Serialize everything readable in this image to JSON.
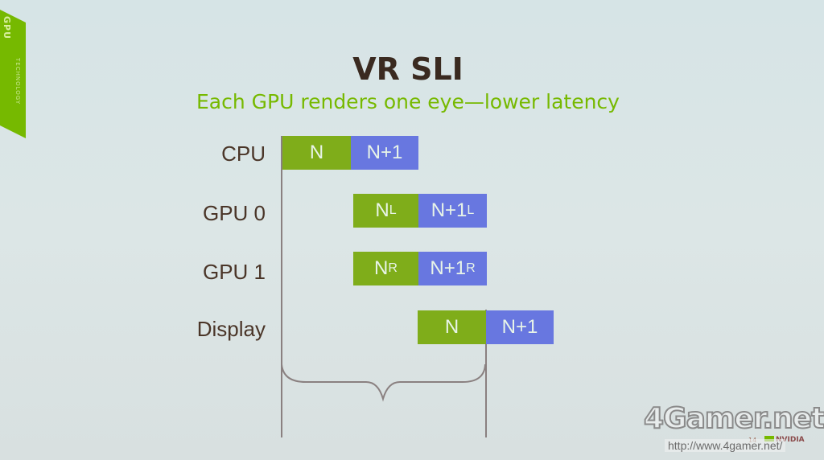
{
  "side_tab": {
    "title": "GPU",
    "subtitle": "TECHNOLOGY"
  },
  "title": "VR SLI",
  "subtitle": "Each GPU renders one eye—lower latency",
  "rows": [
    {
      "label": "CPU"
    },
    {
      "label": "GPU 0"
    },
    {
      "label": "GPU 1"
    },
    {
      "label": "Display"
    }
  ],
  "bars": {
    "cpu_n": {
      "main": "N",
      "sub": ""
    },
    "cpu_n1": {
      "main": "N+1",
      "sub": ""
    },
    "gpu0_n": {
      "main": "N",
      "sub": "L"
    },
    "gpu0_n1": {
      "main": "N+1",
      "sub": "L"
    },
    "gpu1_n": {
      "main": "N",
      "sub": "R"
    },
    "gpu1_n1": {
      "main": "N+1",
      "sub": "R"
    },
    "disp_n": {
      "main": "N",
      "sub": ""
    },
    "disp_n1": {
      "main": "N+1",
      "sub": ""
    }
  },
  "colors": {
    "frame_n": "#7fad1a",
    "frame_n1": "#6877e0",
    "accent": "#76b900"
  },
  "footer": {
    "page": "14",
    "brand": "NVIDIA",
    "watermark": "4Gamer.net",
    "url": "http://www.4gamer.net/"
  }
}
